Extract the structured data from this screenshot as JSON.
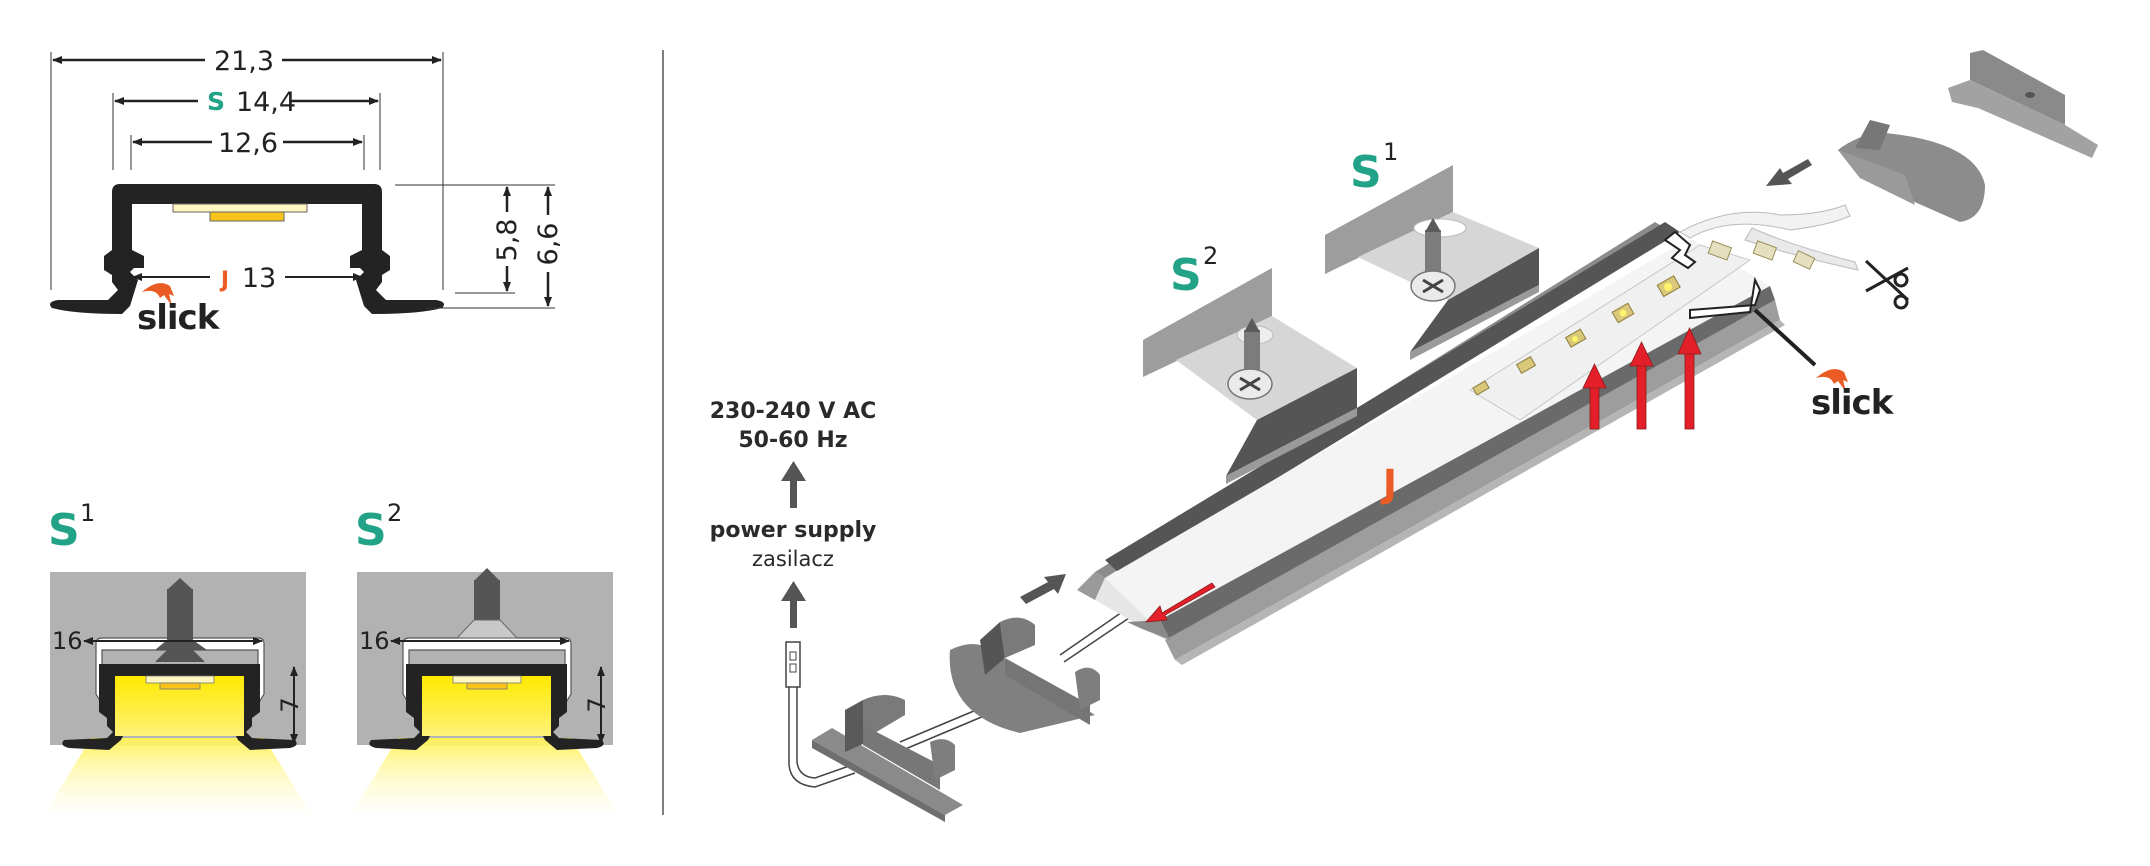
{
  "colors": {
    "accent_s": "#22a287",
    "accent_j": "#ea5b25",
    "profile_black": "#232323",
    "led_light": "#fff20a",
    "arrow_red": "#e3202a",
    "arrow_gray": "#555555",
    "wall_gray": "#b2b2b2"
  },
  "cross_section": {
    "dims": {
      "overall_width": "21,3",
      "s_label": "S",
      "s_width": "14,4",
      "inner_width": "12,6",
      "j_label": "J",
      "j_width": "13",
      "height_inner": "5,8",
      "height_total": "6,6"
    },
    "logo": "slick"
  },
  "mount_variants": [
    {
      "letter": "S",
      "superscript": "1",
      "width_dim": "16",
      "depth_dim": "7"
    },
    {
      "letter": "S",
      "superscript": "2",
      "width_dim": "16",
      "depth_dim": "7"
    }
  ],
  "assembly": {
    "power_voltage": "230-240 V AC",
    "power_frequency": "50-60 Hz",
    "power_supply_en": "power supply",
    "power_supply_pl": "zasilacz",
    "clip_s1": {
      "letter": "S",
      "superscript": "1"
    },
    "clip_s2": {
      "letter": "S",
      "superscript": "2"
    },
    "diffuser_label": "J",
    "logo": "slick",
    "icons": [
      "scissors-icon",
      "arrow-icon",
      "screw-icon"
    ]
  }
}
